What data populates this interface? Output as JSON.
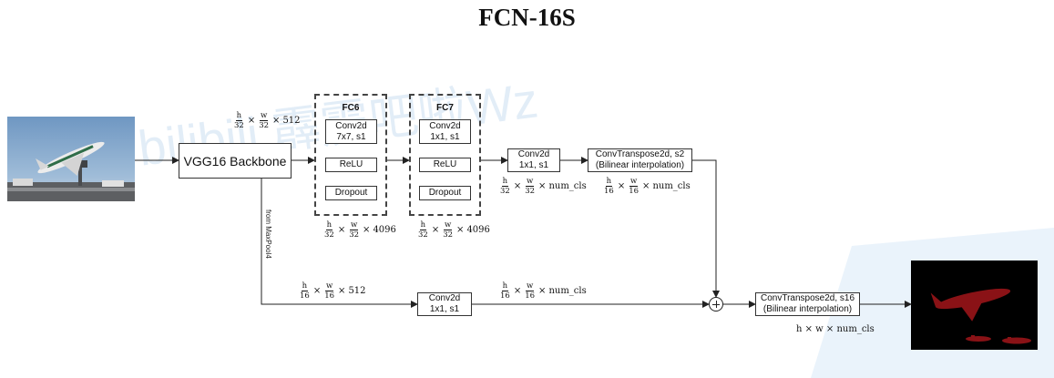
{
  "title": "FCN-16S",
  "watermark": "bilibili 霹雳吧啦Wz",
  "images": {
    "input": {
      "name": "airplane-photo"
    },
    "output": {
      "name": "segmentation-mask"
    }
  },
  "nodes": {
    "backbone": {
      "label": "VGG16 Backbone"
    },
    "fc6": {
      "title": "FC6",
      "conv": {
        "line1": "Conv2d",
        "line2": "7x7, s1"
      },
      "relu": "ReLU",
      "dropout": "Dropout"
    },
    "fc7": {
      "title": "FC7",
      "conv": {
        "line1": "Conv2d",
        "line2": "1x1, s1"
      },
      "relu": "ReLU",
      "dropout": "Dropout"
    },
    "conv_top": {
      "line1": "Conv2d",
      "line2": "1x1, s1"
    },
    "convt_s2": {
      "line1": "ConvTranspose2d, s2",
      "line2": "(Bilinear interpolation)"
    },
    "conv_bottom": {
      "line1": "Conv2d",
      "line2": "1x1, s1"
    },
    "convt_s16": {
      "line1": "ConvTranspose2d, s16",
      "line2": "(Bilinear interpolation)"
    },
    "pool_label": "from MaxPool4"
  },
  "shapes": {
    "backbone_out": {
      "h": "h",
      "hd": "32",
      "w": "w",
      "wd": "32",
      "c": "512"
    },
    "fc6_out": {
      "h": "h",
      "hd": "32",
      "w": "w",
      "wd": "32",
      "c": "4096"
    },
    "fc7_out": {
      "h": "h",
      "hd": "32",
      "w": "w",
      "wd": "32",
      "c": "4096"
    },
    "conv_top_out": {
      "h": "h",
      "hd": "32",
      "w": "w",
      "wd": "32",
      "c": "num_cls"
    },
    "convt_s2_out": {
      "h": "h",
      "hd": "16",
      "w": "w",
      "wd": "16",
      "c": "num_cls"
    },
    "pool4_out": {
      "h": "h",
      "hd": "16",
      "w": "w",
      "wd": "16",
      "c": "512"
    },
    "conv_bottom_out": {
      "h": "h",
      "hd": "16",
      "w": "w",
      "wd": "16",
      "c": "num_cls"
    },
    "final_out": {
      "text": "h × w × num_cls"
    }
  }
}
